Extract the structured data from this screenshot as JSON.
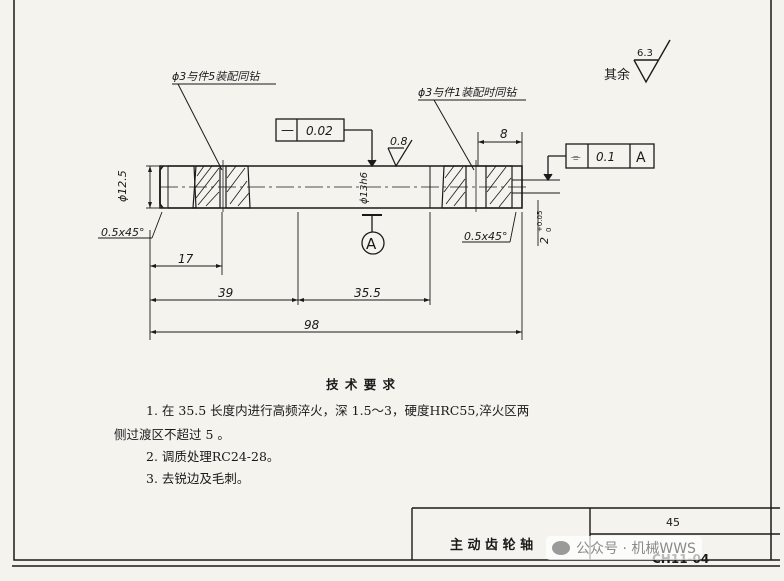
{
  "drawing": {
    "roughness_rest": {
      "symbol_value": "6.3",
      "label": "其余"
    },
    "roughness_top": {
      "value": "0.8"
    },
    "callout_left": "ϕ3与件5装配同钻",
    "callout_right": "ϕ3与件1装配时同钻",
    "tol_straightness": {
      "symbol": "—",
      "value": "0.02"
    },
    "tol_runout": {
      "symbol": "⌯",
      "value": "0.1",
      "datum": "A"
    },
    "datum_label": "A",
    "dimensions": {
      "dia_left": "ϕ12.5",
      "dia_main": "ϕ13h6",
      "chamfer_left": "0.5x45°",
      "chamfer_right": "0.5x45°",
      "len_17": "17",
      "len_39": "39",
      "len_35_5": "35.5",
      "len_98": "98",
      "len_8": "8",
      "dim_2": "2",
      "tol_2": "+0.05",
      "tol_2b": "0"
    }
  },
  "tech_requirements": {
    "title": "技 术 要 求",
    "items": [
      "1. 在 35.5 长度内进行高频淬火，深 1.5～3，硬度HRC55,淬火区两",
      "侧过渡区不超过 5 。",
      "2. 调质处理RC24-28。",
      "3. 去锐边及毛刺。"
    ]
  },
  "title_block": {
    "part_name": "主 动 齿 轮 轴",
    "number": "45",
    "code": "CH11-04"
  },
  "watermark": {
    "text": "公众号 · 机械WWS"
  }
}
